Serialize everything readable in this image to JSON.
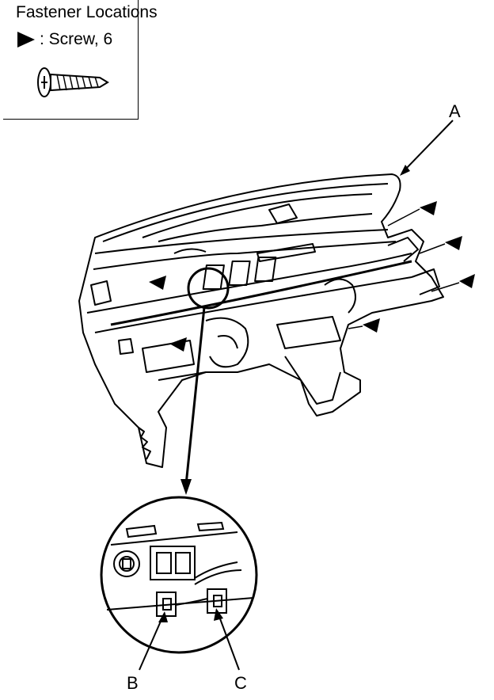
{
  "legend": {
    "title": "Fastener Locations",
    "symbol_label": ": Screw, 6"
  },
  "callouts": {
    "a": "A",
    "b": "B",
    "c": "C"
  }
}
